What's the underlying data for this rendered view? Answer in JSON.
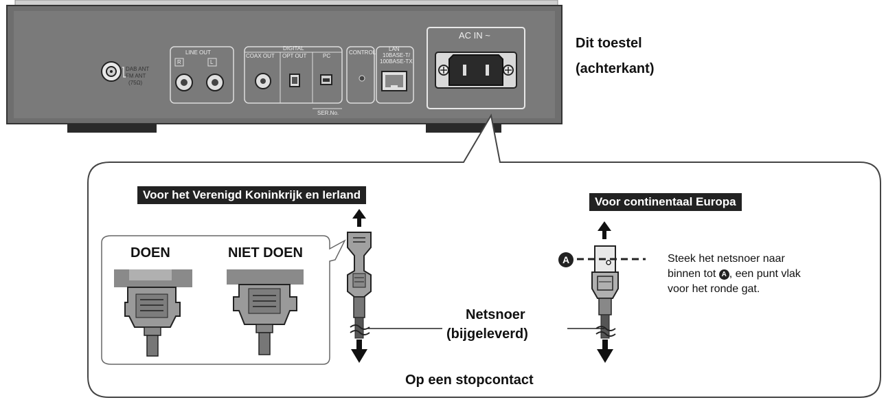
{
  "device": {
    "title_line1": "Dit toestel",
    "title_line2": "(achterkant)",
    "panel_labels": {
      "dab_ant": "DAB ANT",
      "fm_ant": "FM ANT",
      "ohm": "(75Ω)",
      "line_out": "LINE OUT",
      "r": "R",
      "l": "L",
      "digital": "DIGITAL",
      "coax_out": "COAX OUT",
      "opt_out": "OPT OUT",
      "pc": "PC",
      "control": "CONTROL",
      "lan": "LAN",
      "lan_spec1": "10BASE-T/",
      "lan_spec2": "100BASE-TX",
      "ser_no": "SER.No.",
      "ac_in": "AC IN ~"
    }
  },
  "uk_section": {
    "heading": "Voor het Verenigd Koninkrijk en Ierland",
    "do_label": "DOEN",
    "dont_label": "NIET DOEN"
  },
  "eu_section": {
    "heading": "Voor continentaal Europa",
    "marker": "A",
    "note_line1": "Steek het netsnoer naar",
    "note_line2_prefix": "binnen tot ",
    "note_line2_suffix": ", een punt vlak",
    "note_line3": "voor het ronde gat."
  },
  "cable_label_line1": "Netsnoer",
  "cable_label_line2": "(bijgeleverd)",
  "outlet_label": "Op een stopcontact"
}
